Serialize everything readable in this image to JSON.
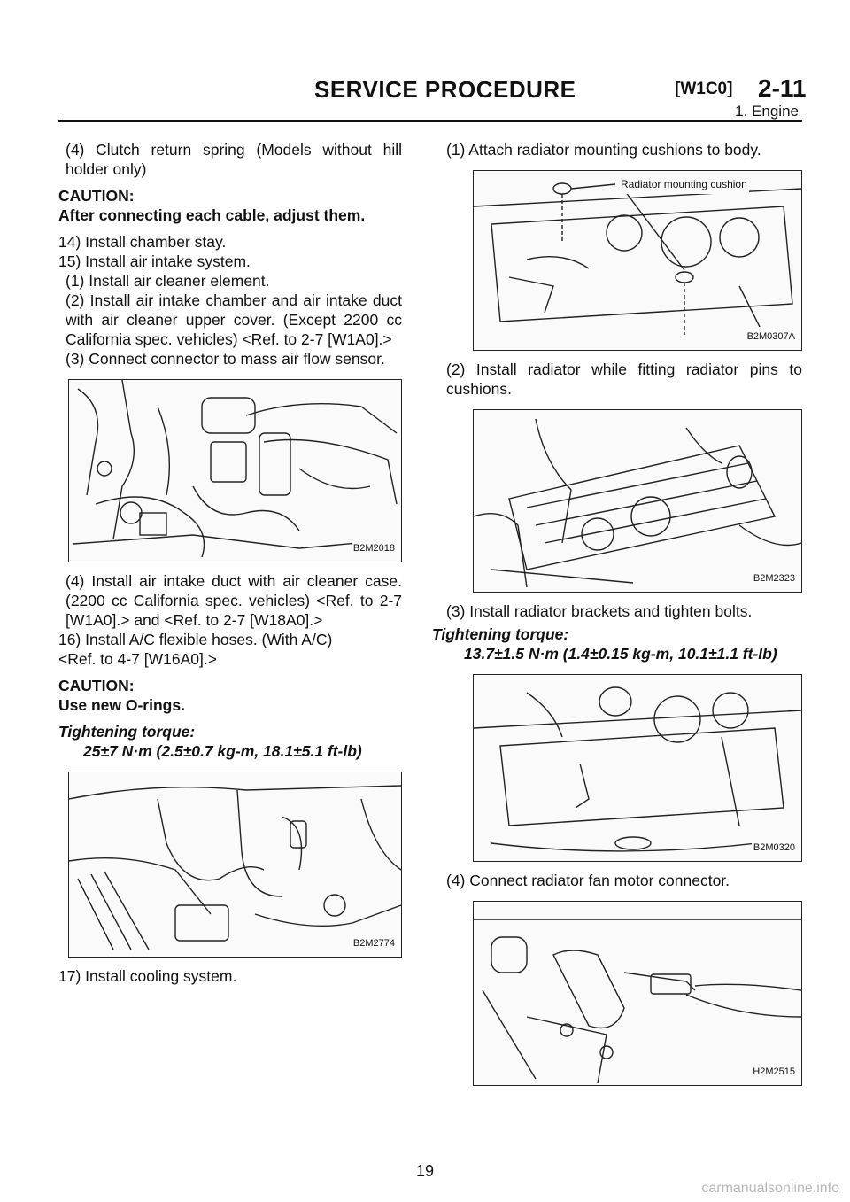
{
  "header": {
    "title": "SERVICE PROCEDURE",
    "code": "[W1C0]",
    "section": "2-11",
    "subtitle": "1. Engine"
  },
  "left": {
    "p1": "(4) Clutch return spring (Models without hill holder only)",
    "caution1_head": "CAUTION:",
    "caution1_text": "After connecting each cable, adjust them.",
    "s14": "14) Install chamber stay.",
    "s15": "15) Install air intake system.",
    "s15_1": "(1) Install air cleaner element.",
    "s15_2": "(2) Install air intake chamber and air intake duct with air cleaner upper cover. (Except 2200 cc California spec. vehicles) <Ref. to 2-7 [W1A0].>",
    "s15_3": "(3) Connect connector to mass air flow sensor.",
    "fig1_cap": "B2M2018",
    "s15_4": "(4) Install air intake duct with air cleaner case. (2200 cc California spec. vehicles) <Ref. to 2-7 [W1A0].> and <Ref. to 2-7 [W18A0].>",
    "s16": "16) Install A/C flexible hoses. (With A/C)",
    "s16_ref": "<Ref. to 4-7 [W16A0].>",
    "caution2_head": "CAUTION:",
    "caution2_text": "Use new O-rings.",
    "torque1_head": "Tightening torque:",
    "torque1_val": "25±7 N·m (2.5±0.7 kg-m, 18.1±5.1 ft-lb)",
    "fig2_cap": "B2M2774",
    "s17": "17) Install cooling system."
  },
  "right": {
    "r1": "(1) Attach radiator mounting cushions to body.",
    "fig3_callout": "Radiator mounting cushion",
    "fig3_cap": "B2M0307A",
    "r2": "(2) Install radiator while fitting radiator pins to cushions.",
    "fig4_cap": "B2M2323",
    "r3": "(3) Install radiator brackets and tighten bolts.",
    "torque2_head": "Tightening torque:",
    "torque2_val": "13.7±1.5 N·m (1.4±0.15 kg-m, 10.1±1.1 ft-lb)",
    "fig5_cap": "B2M0320",
    "r4": "(4) Connect radiator fan motor connector.",
    "fig6_cap": "H2M2515"
  },
  "page_number": "19",
  "watermark": "carmanualsonline.info"
}
